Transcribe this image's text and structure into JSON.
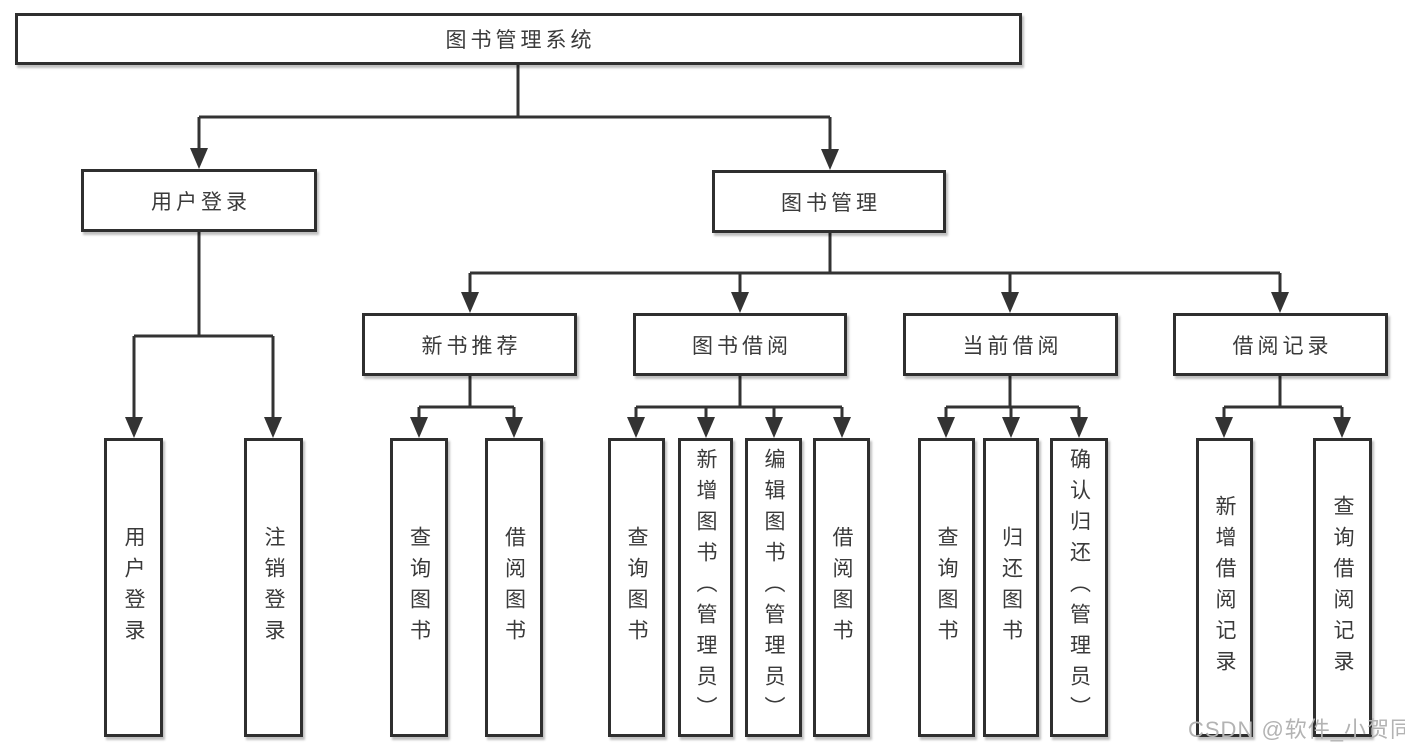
{
  "tree": {
    "root": {
      "label": "图书管理系统"
    },
    "branches": [
      {
        "label": "用户登录",
        "children": [
          {
            "label": "用户登录"
          },
          {
            "label": "注销登录"
          }
        ]
      },
      {
        "label": "图书管理",
        "children": [
          {
            "label": "新书推荐",
            "children": [
              {
                "label": "查询图书"
              },
              {
                "label": "借阅图书"
              }
            ]
          },
          {
            "label": "图书借阅",
            "children": [
              {
                "label": "查询图书"
              },
              {
                "label": "新增图书（管理员）"
              },
              {
                "label": "编辑图书（管理员）"
              },
              {
                "label": "借阅图书"
              }
            ]
          },
          {
            "label": "当前借阅",
            "children": [
              {
                "label": "查询图书"
              },
              {
                "label": "归还图书"
              },
              {
                "label": "确认归还（管理员）"
              }
            ]
          },
          {
            "label": "借阅记录",
            "children": [
              {
                "label": "新增借阅记录"
              },
              {
                "label": "查询借阅记录"
              }
            ]
          }
        ]
      }
    ]
  },
  "watermark": {
    "text": "CSDN @软件_小贺同学"
  },
  "colors": {
    "background": "#ffffff",
    "line": "#333333",
    "box_border": "#2f2f2f",
    "text": "#3a3a3a",
    "watermark": "#b3b3b3"
  }
}
